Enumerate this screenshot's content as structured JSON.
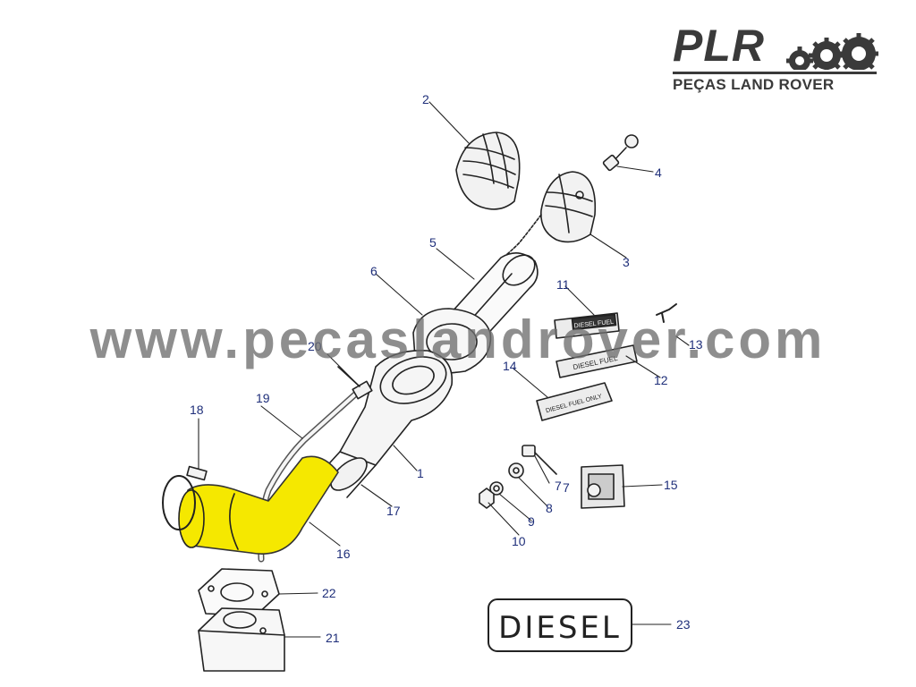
{
  "logo": {
    "brand": "PLR",
    "tagline": "PEÇAS LAND ROVER",
    "icon": "gears-icon"
  },
  "watermark": "www.pecaslandrover.com",
  "colors": {
    "highlight": "#f5e800",
    "line": "#222222",
    "callout": "#1f2f7a",
    "watermark": "#6e6e6e"
  },
  "parts": {
    "p1": "1",
    "p2": "2",
    "p3": "3",
    "p4": "4",
    "p5": "5",
    "p6": "6",
    "p7": "7",
    "p7b": "7",
    "p8": "8",
    "p9": "9",
    "p10": "10",
    "p11": "11",
    "p12": "12",
    "p13": "13",
    "p14": "14",
    "p15": "15",
    "p16": "16",
    "p17": "17",
    "p18": "18",
    "p19": "19",
    "p20": "20",
    "p21": "21",
    "p22": "22",
    "p23": "23"
  },
  "labels": {
    "diesel_plate": "DIESEL",
    "label_12": "DIESEL FUEL",
    "label_11": "DIESEL FUEL",
    "label_14": "DIESEL FUEL ONLY"
  }
}
